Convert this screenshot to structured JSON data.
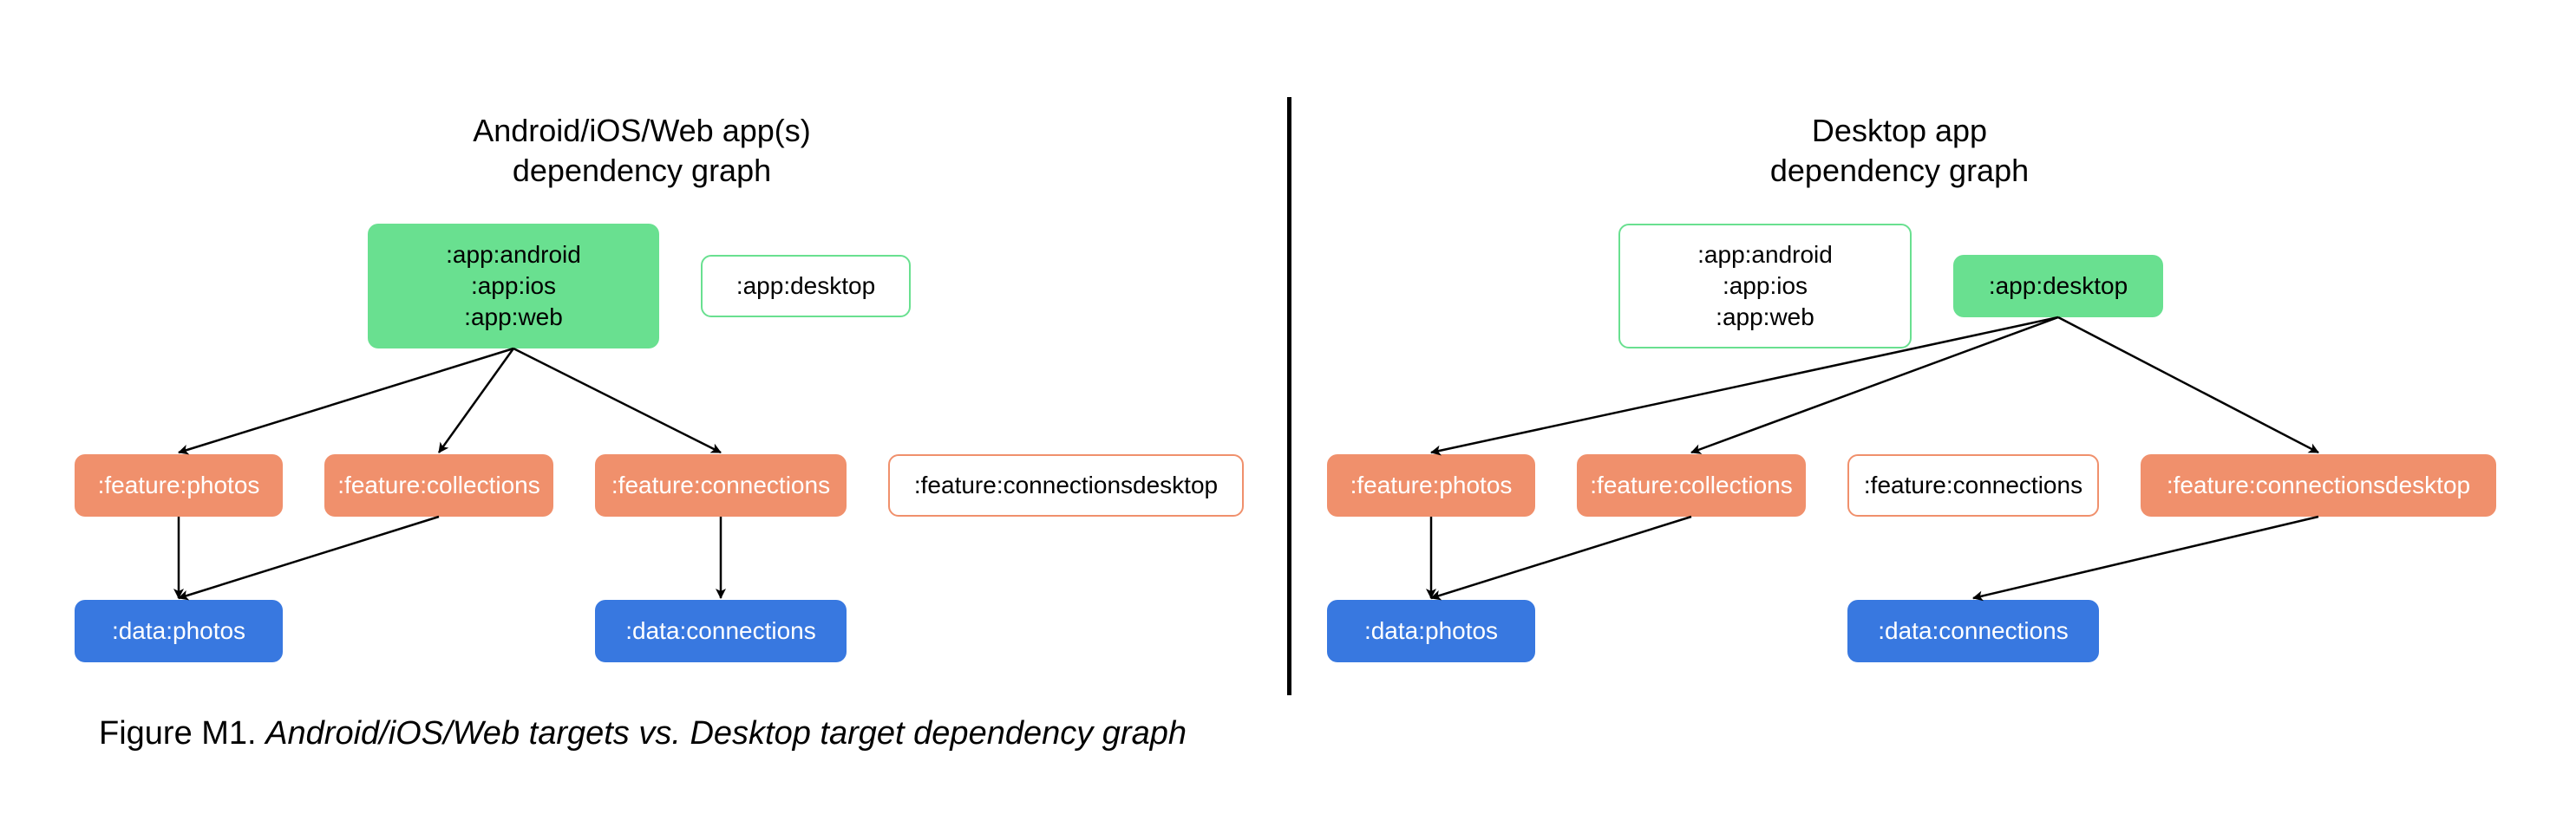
{
  "colors": {
    "app_green": "#69e090",
    "feature_orange": "#f0906c",
    "data_blue": "#3878e0",
    "arrow": "#000000"
  },
  "left_panel": {
    "title": "Android/iOS/Web app(s)\ndependency graph",
    "nodes": {
      "apps": ":app:android\n:app:ios\n:app:web",
      "desktop": ":app:desktop",
      "feature_photos": ":feature:photos",
      "feature_collections": ":feature:collections",
      "feature_connections": ":feature:connections",
      "feature_connectionsdesktop": ":feature:connectionsdesktop",
      "data_photos": ":data:photos",
      "data_connections": ":data:connections"
    }
  },
  "right_panel": {
    "title": "Desktop app\ndependency graph",
    "nodes": {
      "apps": ":app:android\n:app:ios\n:app:web",
      "desktop": ":app:desktop",
      "feature_photos": ":feature:photos",
      "feature_collections": ":feature:collections",
      "feature_connections": ":feature:connections",
      "feature_connectionsdesktop": ":feature:connectionsdesktop",
      "data_photos": ":data:photos",
      "data_connections": ":data:connections"
    }
  },
  "caption": {
    "label": "Figure M1.",
    "text": "Android/iOS/Web targets vs. Desktop target dependency graph"
  }
}
